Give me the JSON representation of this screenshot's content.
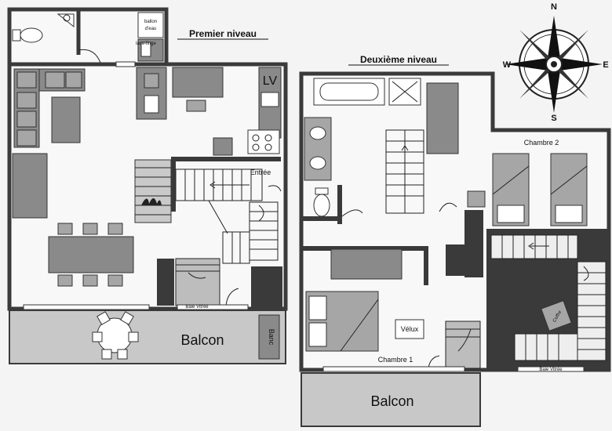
{
  "levels": {
    "first": {
      "title": "Premier niveau"
    },
    "second": {
      "title": "Deuxième niveau"
    }
  },
  "labels": {
    "entree": "Entrée",
    "lv": "LV",
    "ballon": "ballon",
    "ballon2": "d'eau",
    "lave_linge": "lave-linge",
    "baie_vitree_1": "Baie Vitrée",
    "baie_vitree_2": "Baie Vitrée",
    "balcon_1": "Balcon",
    "balcon_2": "Balcon",
    "banc": "Banc",
    "chambre_1": "Chambre 1",
    "chambre_2": "Chambre 2",
    "velux": "Vélux",
    "coffre": "Coffre"
  },
  "compass": {
    "n": "N",
    "s": "S",
    "e": "E",
    "w": "W"
  }
}
